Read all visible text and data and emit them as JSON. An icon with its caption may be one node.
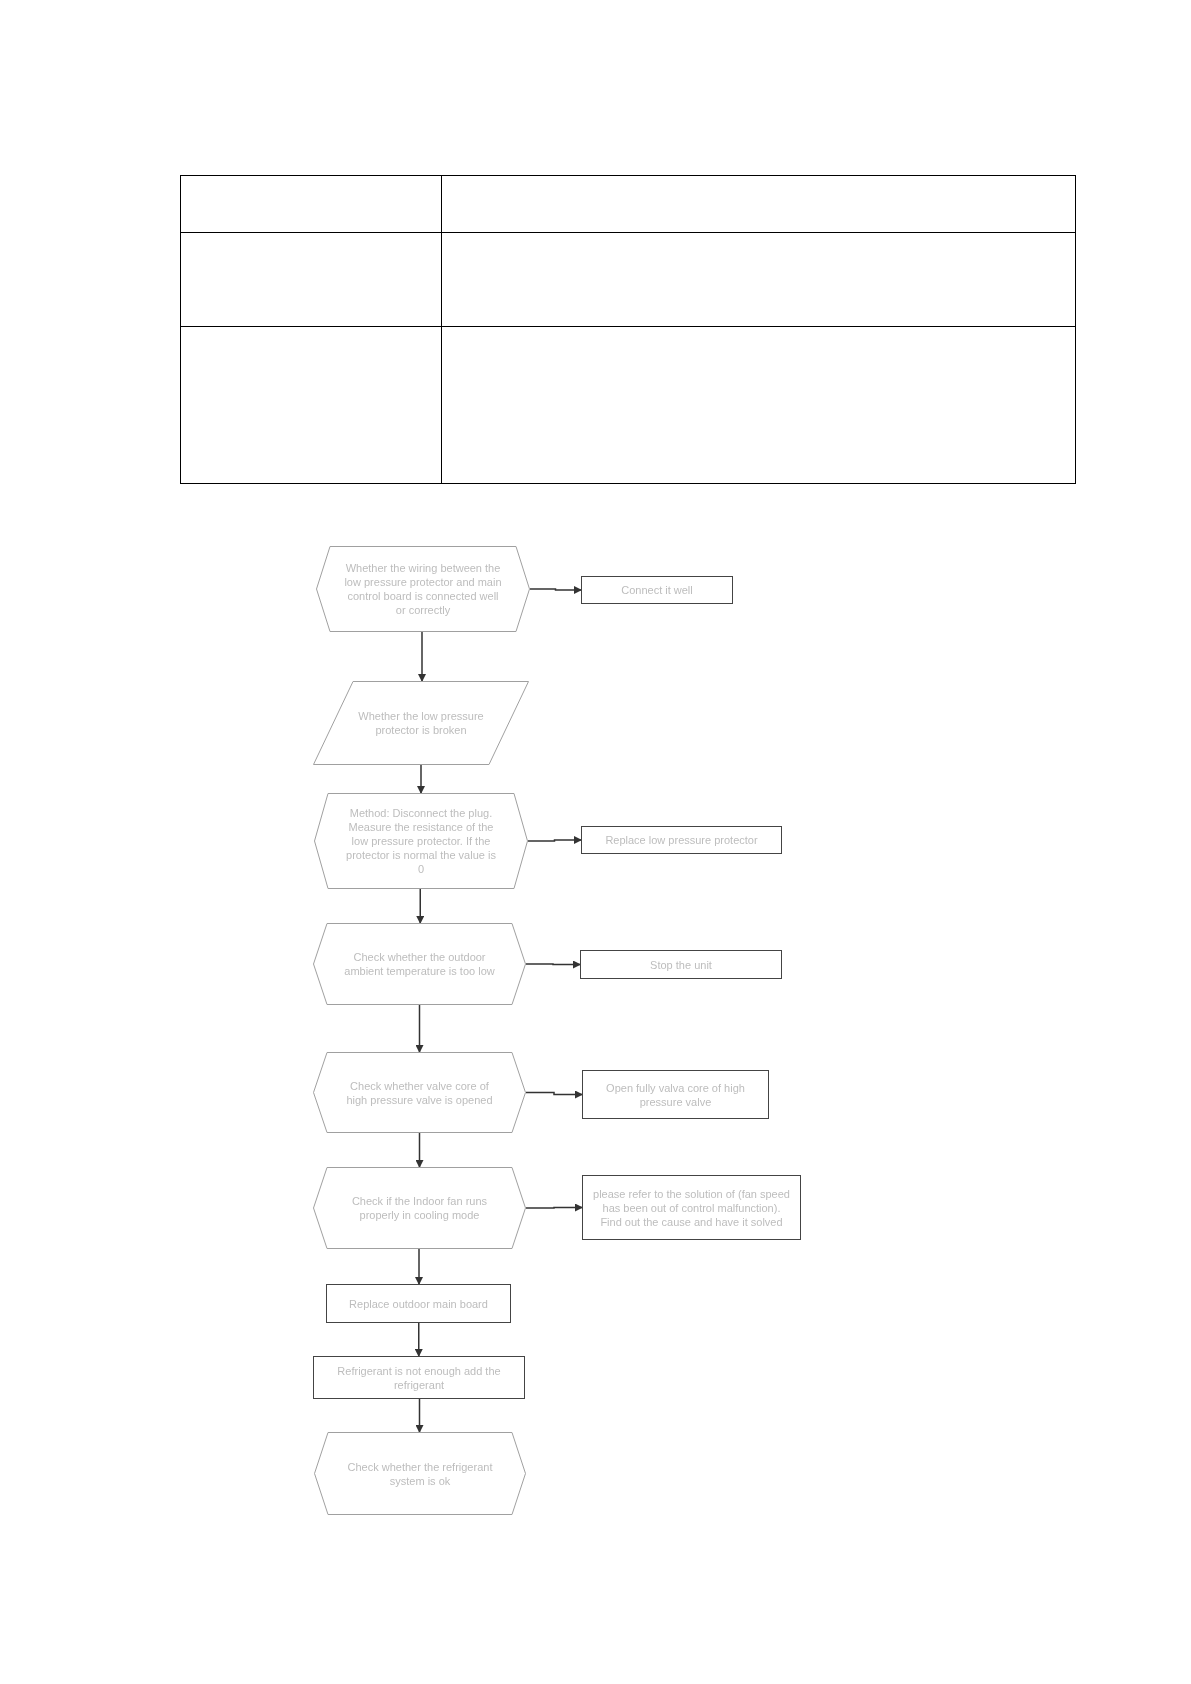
{
  "diagram": {
    "nodes": [
      {
        "text": [
          "Whether  the wiring between the low pressure protector and main control board is connected well or correctly"
        ]
      },
      {
        "text": [
          "Connect it well"
        ]
      },
      {
        "text": [
          "Whether the low pressure protector is broken"
        ]
      },
      {
        "text": [
          "Method: Disconnect the plug. Measure the resistance of the low pressure protector. If the protector is normal the value is 0"
        ]
      },
      {
        "text": [
          "Replace low pressure protector"
        ]
      },
      {
        "text": [
          "Check whether the outdoor ambient temperature is too low"
        ]
      },
      {
        "text": [
          "Stop the unit"
        ]
      },
      {
        "text": [
          "Check whether valve core of high pressure valve is opened"
        ]
      },
      {
        "text": [
          "Open fully valva core of high pressure valve"
        ]
      },
      {
        "text": [
          "Check if the Indoor fan runs properly in cooling mode"
        ]
      },
      {
        "text": [
          "please refer to the solution of (fan speed has been out of control malfunction). Find out the cause and have it solved"
        ]
      },
      {
        "text": [
          "Replace outdoor main board"
        ]
      },
      {
        "text": [
          "Refrigerant is not enough add the refrigerant"
        ]
      },
      {
        "text": [
          "Check whether the refrigerant system is ok"
        ]
      }
    ],
    "edges": [
      {
        "from": 0,
        "to": 1,
        "arrow": "to"
      },
      {
        "from": 0,
        "to": 2,
        "arrow": "to"
      },
      {
        "from": 2,
        "to": 3,
        "arrow": "to"
      },
      {
        "from": 3,
        "to": 4,
        "arrow": "to"
      },
      {
        "from": 3,
        "to": 5,
        "arrow": "to"
      },
      {
        "from": 5,
        "to": 6,
        "arrow": "to"
      },
      {
        "from": 5,
        "to": 7,
        "arrow": "to"
      },
      {
        "from": 7,
        "to": 8,
        "arrow": "to"
      },
      {
        "from": 7,
        "to": 9,
        "arrow": "to"
      },
      {
        "from": 9,
        "to": 10,
        "arrow": "to"
      },
      {
        "from": 9,
        "to": 11,
        "arrow": "to"
      },
      {
        "from": 11,
        "to": 12,
        "arrow": "to"
      },
      {
        "from": 12,
        "to": 13,
        "arrow": "to"
      }
    ]
  }
}
